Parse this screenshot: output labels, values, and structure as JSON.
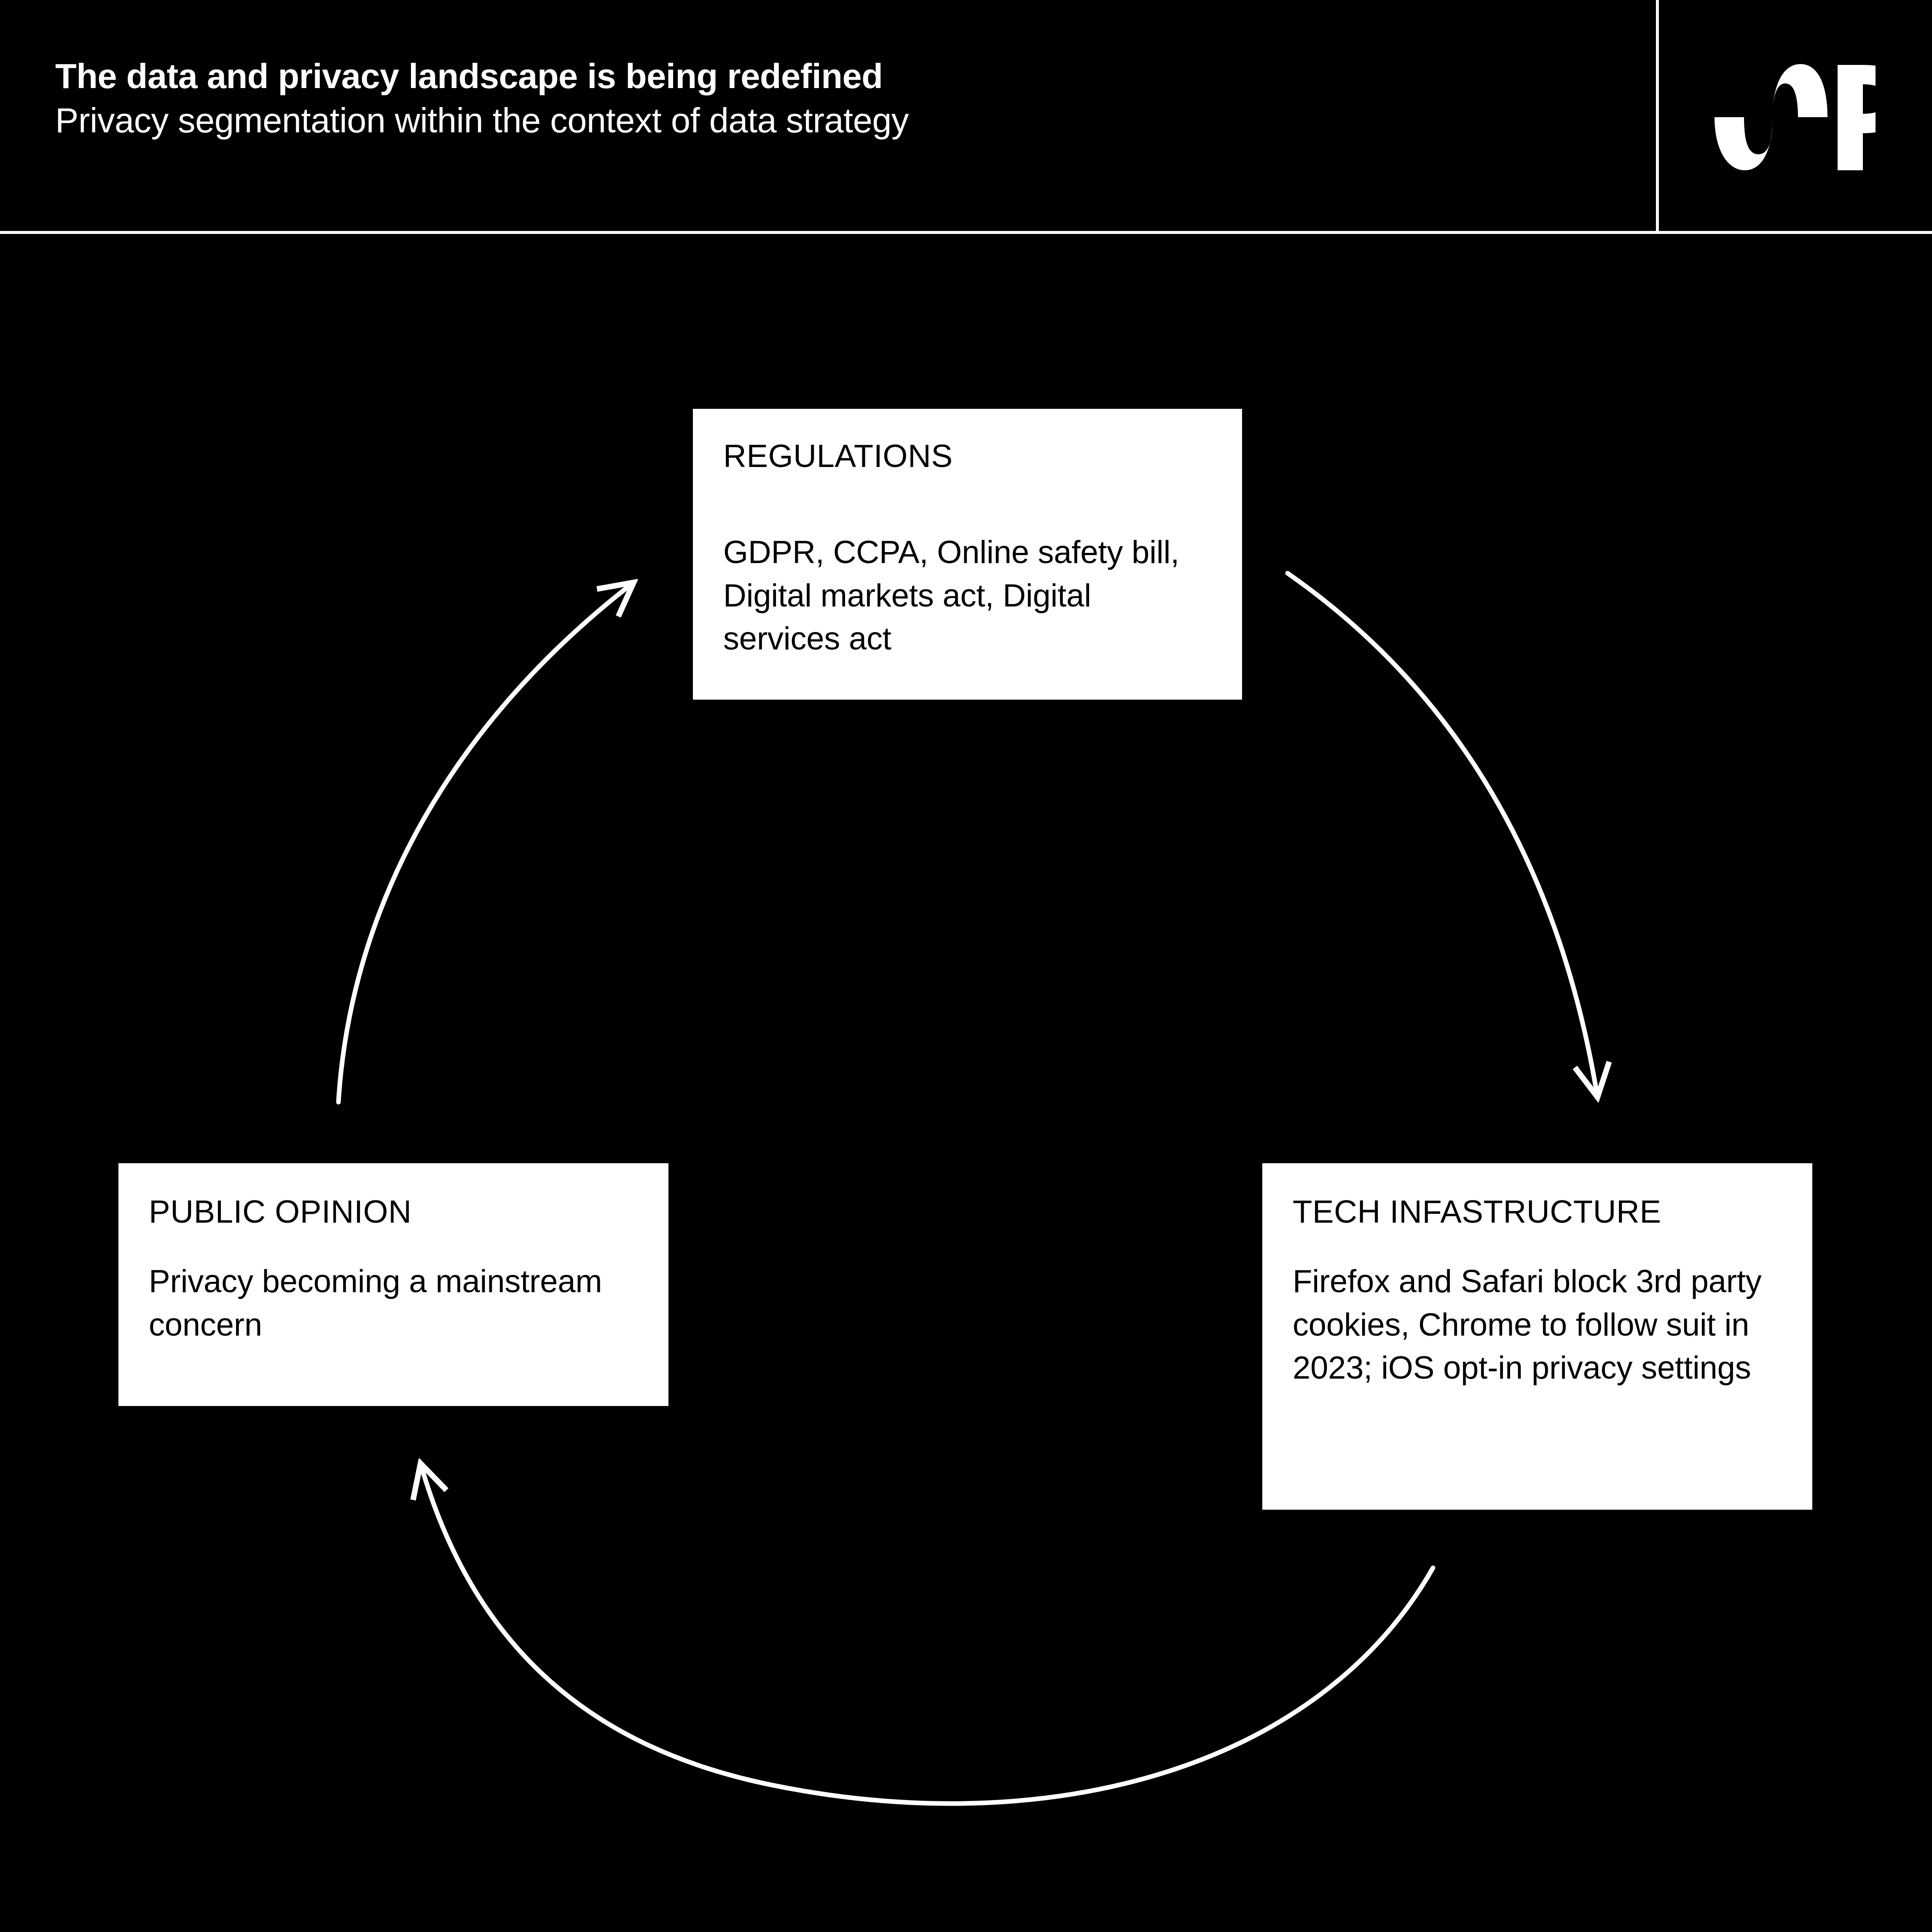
{
  "header": {
    "title": "The data and privacy landscape is being redefined",
    "subtitle": "Privacy segmentation within the context of data strategy",
    "logo_name": "brand-logo-sp-wave"
  },
  "diagram": {
    "type": "cycle",
    "nodes": [
      {
        "id": "regulations",
        "title": "REGULATIONS",
        "body": "GDPR, CCPA, Online safety bill, Digital markets act, Digital services act"
      },
      {
        "id": "tech-infastructure",
        "title": "TECH INFASTRUCTURE",
        "body": "Firefox and Safari block 3rd party cookies, Chrome to follow suit in 2023; iOS opt-in privacy settings"
      },
      {
        "id": "public-opinion",
        "title": "PUBLIC OPINION",
        "body": "Privacy becoming a mainstream concern"
      }
    ],
    "arrows": [
      {
        "id": "regulations-to-tech",
        "from": "regulations",
        "to": "tech-infastructure",
        "name": "arrow-regulations-to-tech"
      },
      {
        "id": "tech-to-public-opinion",
        "from": "tech-infastructure",
        "to": "public-opinion",
        "name": "arrow-tech-to-public-opinion"
      },
      {
        "id": "public-opinion-to-regulations",
        "from": "public-opinion",
        "to": "regulations",
        "name": "arrow-public-opinion-to-regulations"
      }
    ]
  },
  "colors": {
    "background": "#000000",
    "foreground": "#ffffff",
    "box_fill": "#ffffff",
    "box_text": "#000000"
  }
}
